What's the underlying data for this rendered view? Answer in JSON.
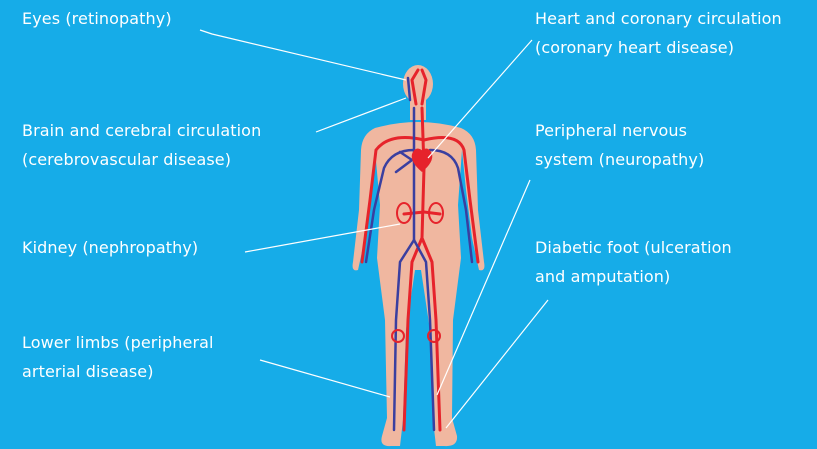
{
  "colors": {
    "background": "#16ace8",
    "skin": "#f0b7a0",
    "artery": "#e6232b",
    "vein": "#3a3fa0",
    "leader_line": "#ffffff",
    "label_text": "#ffffff"
  },
  "figure": "human body with red arteries and blue veins",
  "labels": {
    "eyes": "Eyes (retinopathy)",
    "brain_line1": "Brain and cerebral circulation",
    "brain_line2": "(cerebrovascular disease)",
    "kidney": "Kidney (nephropathy)",
    "limbs_line1": "Lower limbs (peripheral",
    "limbs_line2": "arterial disease)",
    "heart_line1": "Heart and coronary circulation",
    "heart_line2": "(coronary heart disease)",
    "nerve_line1": "Peripheral nervous",
    "nerve_line2": "system (neuropathy)",
    "foot_line1": "Diabetic foot (ulceration",
    "foot_line2": "and amputation)"
  }
}
